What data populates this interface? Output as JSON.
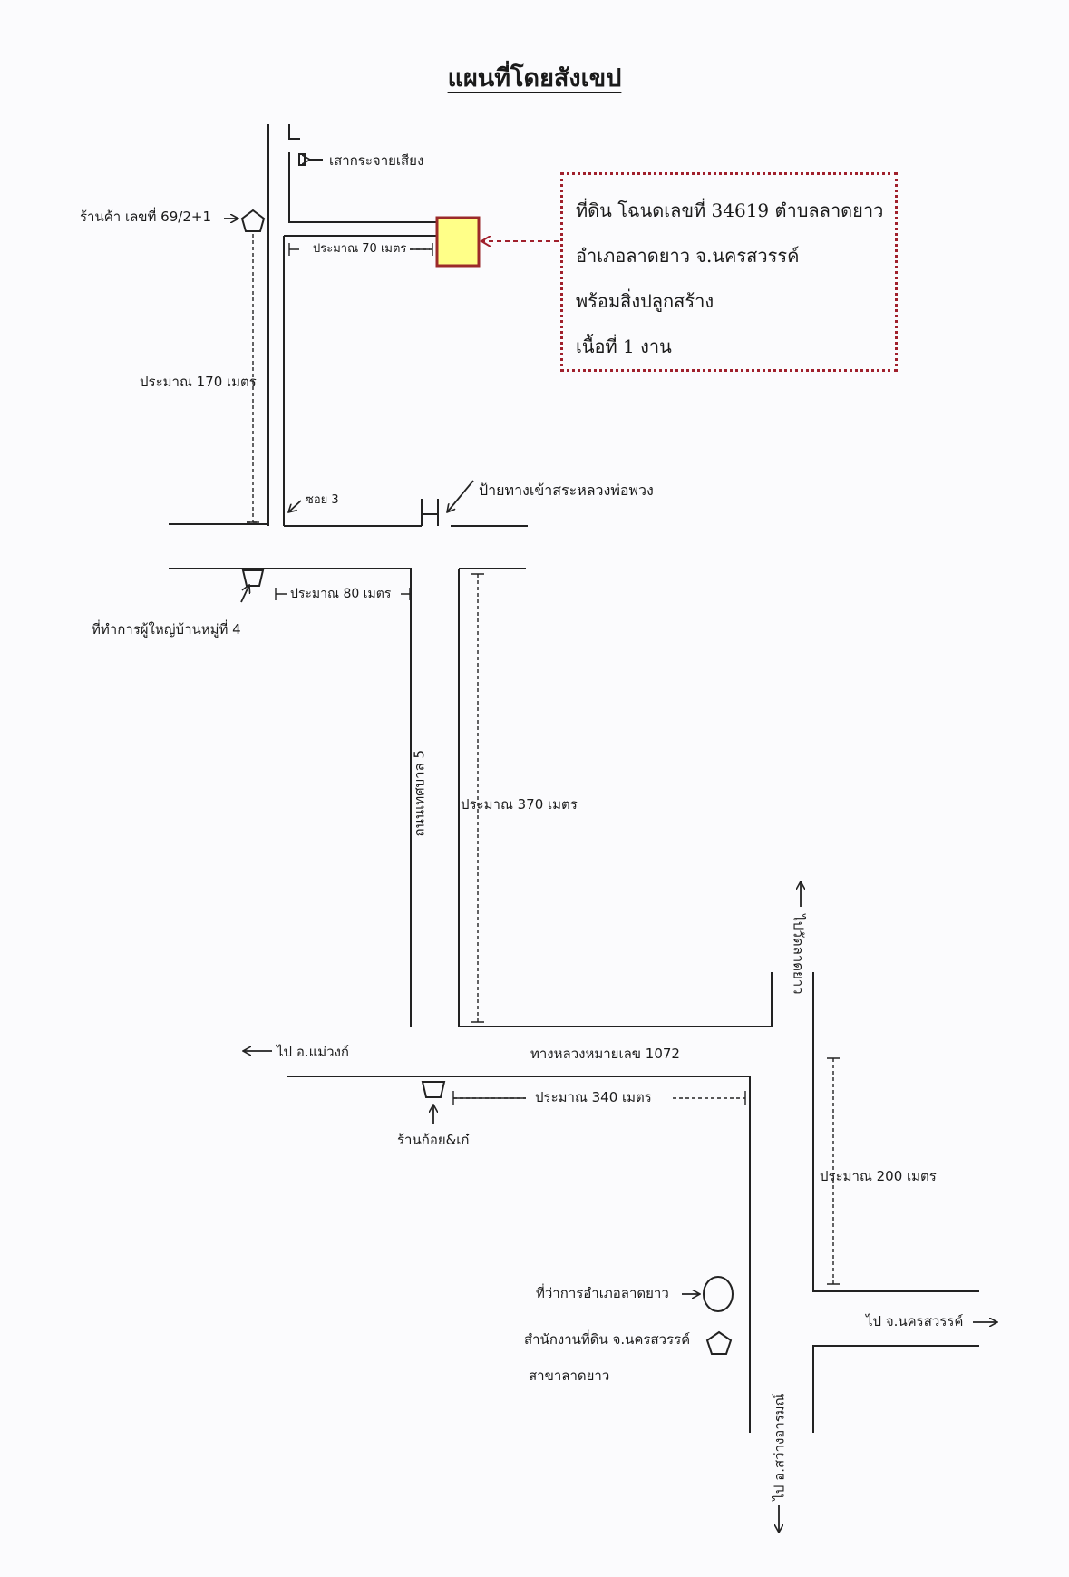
{
  "title": "แผนที่โดยสังเขป",
  "deed_box": {
    "lines": [
      "ที่ดิน โฉนดเลขที่ 34619  ตำบลลาดยาว",
      "อำเภอลาดยาว  จ.นครสวรรค์",
      "พร้อมสิ่งปลูกสร้าง",
      "เนื้อที่ 1 งาน"
    ],
    "border_color": "#a0202c",
    "parcel_fill": "#ffff88"
  },
  "labels": {
    "loudspeaker_pole": "เสากระจายเสียง",
    "shop_69": "ร้านค้า เลขที่  69/2",
    "approx_70": "ประมาณ 70 เมตร",
    "approx_170": "ประมาณ 170 เมตร",
    "soi_3": "ซอย 3",
    "pond_sign": "ป้ายทางเข้าสระหลวงพ่อพวง",
    "approx_80": "ประมาณ 80 เมตร",
    "village_head_office": "ที่ทำการผู้ใหญ่บ้านหมู่ที่ 4",
    "municipal_road_5": "ถนนเทศบาล 5",
    "approx_370": "ประมาณ 370 เมตร",
    "to_mae_wong": "ไป อ.แม่วงก์",
    "highway_1072": "ทางหลวงหมายเลข 1072",
    "to_wat_lat_yao": "ไปวัดลาดยาว",
    "approx_340": "ประมาณ 340 เมตร",
    "shop_koi": "ร้านก้อย&เก๋",
    "approx_200": "ประมาณ 200 เมตร",
    "district_office": "ที่ว่าการอำเภอลาดยาว",
    "land_office": "สำนักงานที่ดิน จ.นครสวรรค์",
    "land_office_branch": "สาขาลาดยาว",
    "to_nakhon_sawan": "ไป จ.นครสวรรค์",
    "to_sawang_arom": "ไป อ.สว่างอารมณ์"
  },
  "icons": {
    "shop_69": "pentagon-icon",
    "village_head_office": "trapezoid-icon",
    "shop_koi": "trapezoid-icon",
    "district_office": "circle-icon",
    "land_office": "pentagon-icon",
    "loudspeaker_pole": "pole-icon"
  }
}
